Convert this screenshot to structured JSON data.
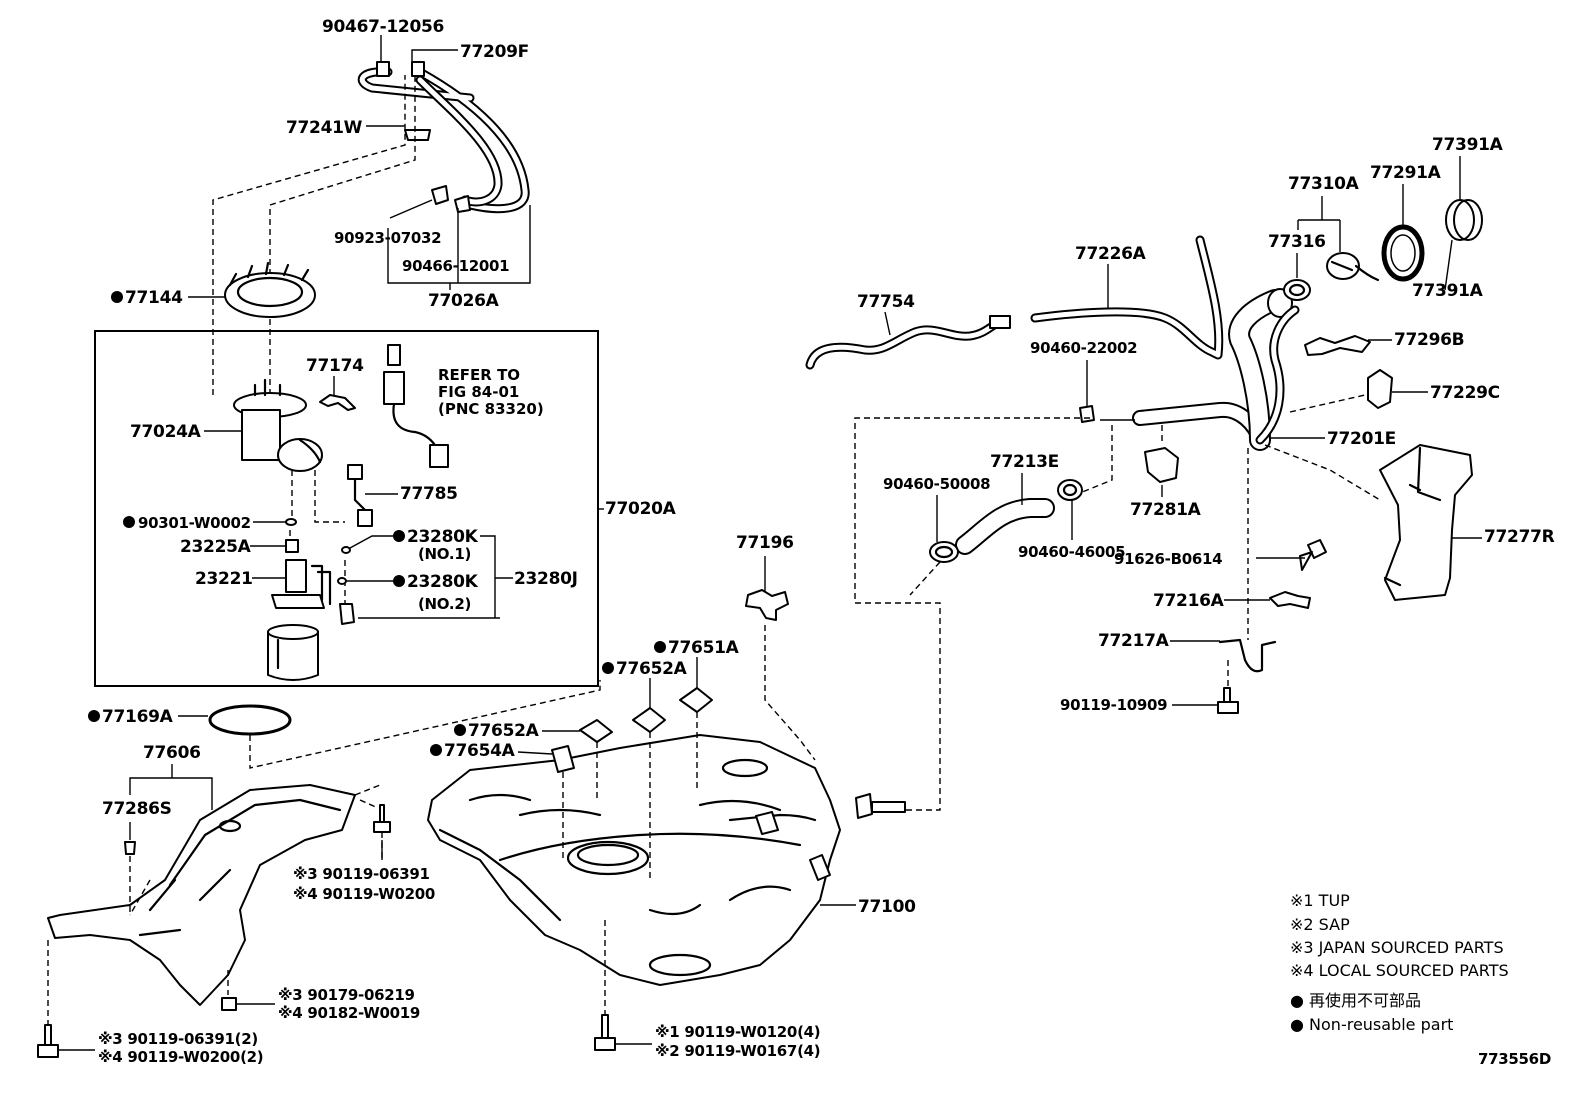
{
  "labels": {
    "p90467_12056": "90467-12056",
    "p77209F": "77209F",
    "p77241W": "77241W",
    "p90923_07032": "90923-07032",
    "p90466_12001": "90466-12001",
    "p77026A": "77026A",
    "p77144": "77144",
    "p77174": "77174",
    "refer_line1": "REFER TO",
    "refer_line2": "FIG 84-01",
    "refer_line3": "(PNC 83320)",
    "p77024A": "77024A",
    "p77785": "77785",
    "p77020A": "77020A",
    "p90301_W0002": "90301-W0002",
    "p23280K_1": "23280K",
    "no1": "(NO.1)",
    "p23225A": "23225A",
    "p23221": "23221",
    "p23280K_2": "23280K",
    "no2": "(NO.2)",
    "p23280J": "23280J",
    "p77169A": "77169A",
    "p77606": "77606",
    "p77286S": "77286S",
    "n3_90119_06391": "※3 90119-06391",
    "n4_90119_W0200": "※4 90119-W0200",
    "n3_90179_06219": "※3 90179-06219",
    "n4_90182_W0019": "※4 90182-W0019",
    "n3_90119_06391_2": "※3 90119-06391(2)",
    "n4_90119_W0200_2": "※4 90119-W0200(2)",
    "p77196": "77196",
    "p77651A": "77651A",
    "p77652A_1": "77652A",
    "p77652A_2": "77652A",
    "p77654A": "77654A",
    "p77100": "77100",
    "n1_90119_W0120": "※1 90119-W0120(4)",
    "n2_90119_W0167": "※2 90119-W0167(4)",
    "p77754": "77754",
    "p77226A": "77226A",
    "p77310A": "77310A",
    "p77291A": "77291A",
    "p77391A_top": "77391A",
    "p77316": "77316",
    "p77391A_bot": "77391A",
    "p90460_22002": "90460-22002",
    "p77296B": "77296B",
    "p77229C": "77229C",
    "p77201E": "77201E",
    "p77213E": "77213E",
    "p90460_50008": "90460-50008",
    "p77281A": "77281A",
    "p90460_46005": "90460-46005",
    "p91626_B0614": "91626-B0614",
    "p77277R": "77277R",
    "p77216A": "77216A",
    "p77217A": "77217A",
    "p90119_10909": "90119-10909"
  },
  "legend": {
    "tup": "※1 TUP",
    "sap": "※2 SAP",
    "japan": "※3 JAPAN SOURCED PARTS",
    "local": "※4 LOCAL SOURCED PARTS",
    "nonreuse_jp": "● 再使用不可部品",
    "nonreuse_en": "● Non-reusable part"
  },
  "figure_id": "773556D"
}
